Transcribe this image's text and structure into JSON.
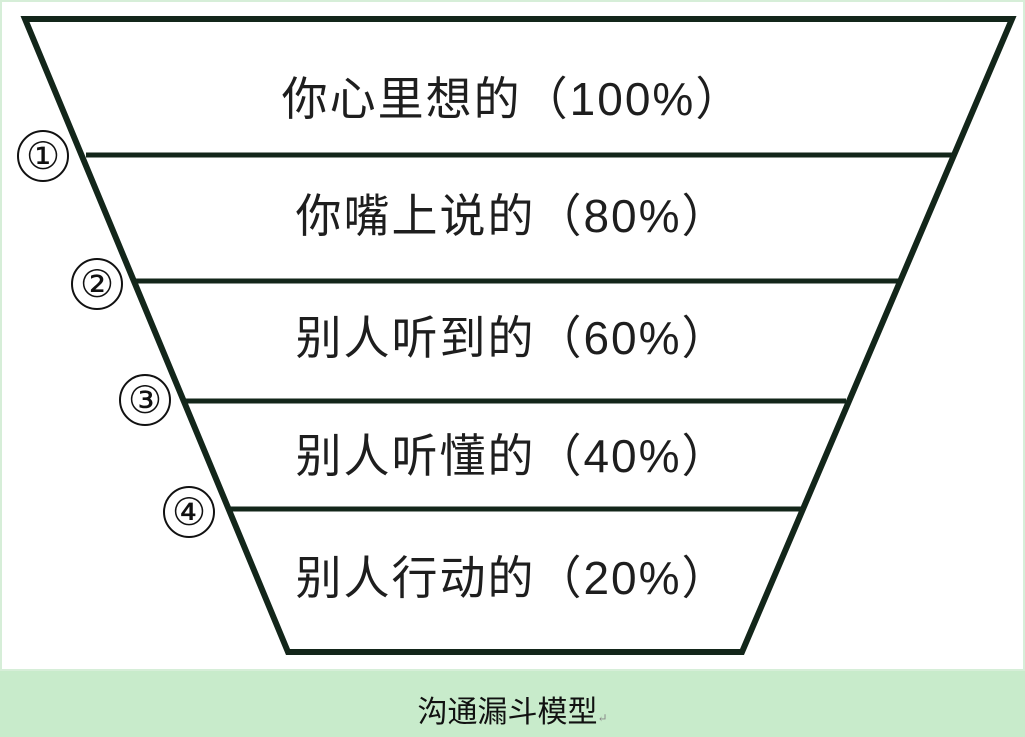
{
  "diagram": {
    "type": "funnel",
    "levels": [
      {
        "label": "你心里想的",
        "percent": "（100%）",
        "value": 100
      },
      {
        "label": "你嘴上说的",
        "percent": "（80%）",
        "value": 80
      },
      {
        "label": "别人听到的",
        "percent": "（60%）",
        "value": 60
      },
      {
        "label": "别人听懂的",
        "percent": "（40%）",
        "value": 40
      },
      {
        "label": "别人行动的",
        "percent": "（20%）",
        "value": 20
      }
    ],
    "markers": [
      "①",
      "②",
      "③",
      "④"
    ],
    "line_color": "#13261a"
  },
  "caption": {
    "text": "沟通漏斗模型",
    "paragraph_mark": "↵",
    "background": "#c8ebcb"
  }
}
